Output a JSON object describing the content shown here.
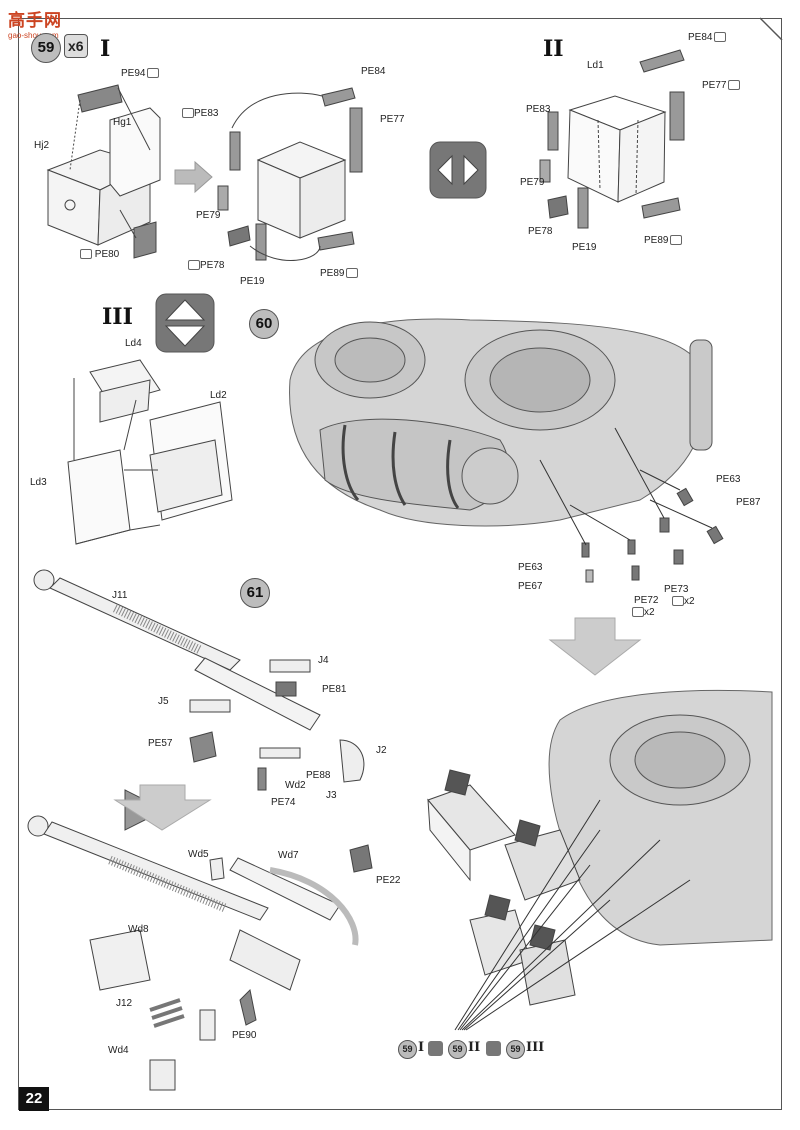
{
  "watermark": {
    "text": "高手网",
    "sub": "gao-shou.com"
  },
  "page_number": "22",
  "steps": {
    "s59": {
      "num": "59",
      "mult": "x6",
      "sub1": "I",
      "sub2": "II",
      "sub3": "III"
    },
    "s60": {
      "num": "60"
    },
    "s61": {
      "num": "61"
    }
  },
  "labels": {
    "PE94": "PE94",
    "Hg1": "Hg1",
    "Hj2": "Hj2",
    "PE80": "PE80",
    "PE84a": "PE84",
    "PE83a": "PE83",
    "PE77a": "PE77",
    "PE79a": "PE79",
    "PE78a": "PE78",
    "PE19a": "PE19",
    "PE89a": "PE89",
    "PE84b": "PE84",
    "Ld1": "Ld1",
    "PE83b": "PE83",
    "PE77b": "PE77",
    "PE79b": "PE79",
    "PE78b": "PE78",
    "PE19b": "PE19",
    "PE89b": "PE89",
    "Ld4": "Ld4",
    "Ld2": "Ld2",
    "Ld3": "Ld3",
    "PE63a": "PE63",
    "PE87": "PE87",
    "PE63b": "PE63",
    "PE67": "PE67",
    "PE73": "PE73",
    "PE72": "PE72",
    "x2a": "x2",
    "x2b": "x2",
    "J11": "J11",
    "J4": "J4",
    "PE81": "PE81",
    "J5": "J5",
    "PE57": "PE57",
    "J2": "J2",
    "PE88": "PE88",
    "Wd2": "Wd2",
    "J3": "J3",
    "PE74": "PE74",
    "Wd5": "Wd5",
    "Wd7": "Wd7",
    "PE22": "PE22",
    "Wd8": "Wd8",
    "J12": "J12",
    "PE90": "PE90",
    "Wd4": "Wd4"
  },
  "footer_ref": {
    "num": "59",
    "items": [
      "I",
      "II",
      "III"
    ]
  }
}
